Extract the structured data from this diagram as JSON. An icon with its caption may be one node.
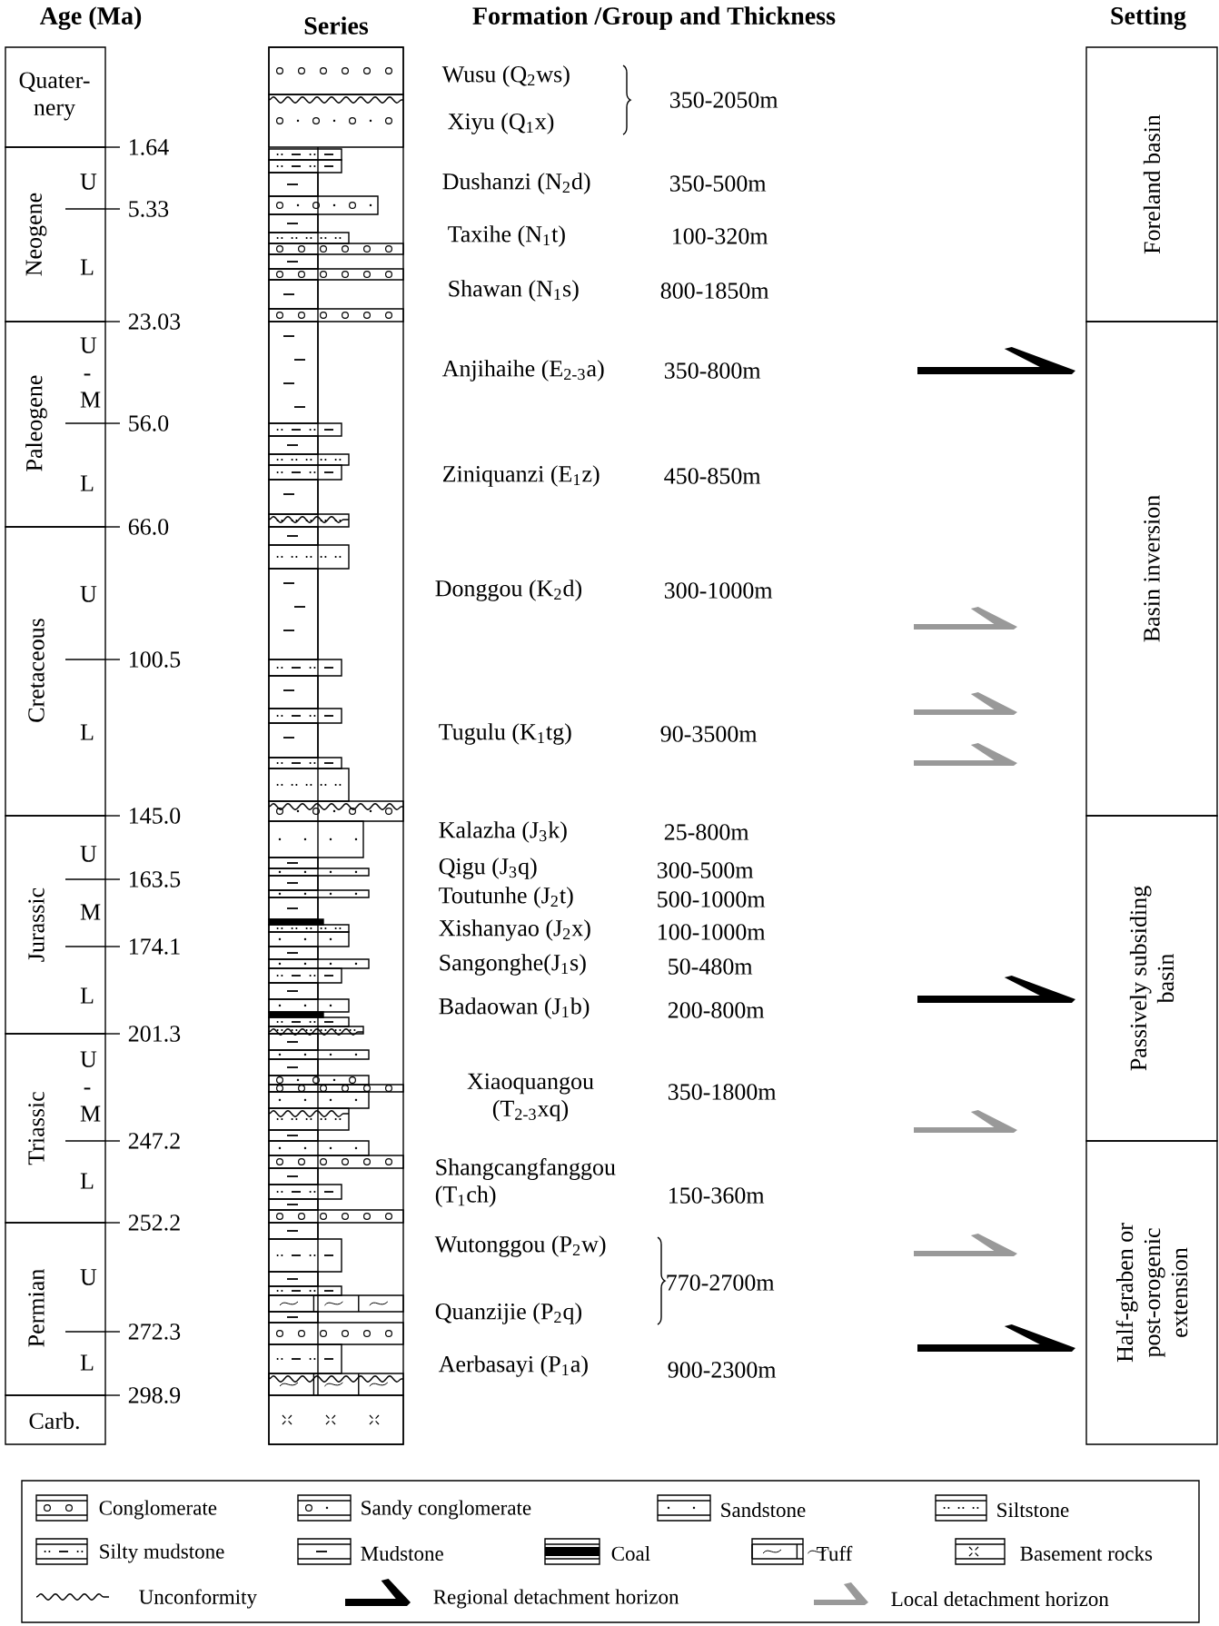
{
  "diagram": {
    "nodes": [
      {
        "text": [
          "Quater- nery"
        ],
        "beside": [
          "1.64"
        ]
      },
      {
        "text": [
          "Neogene",
          "U",
          "L"
        ],
        "beside": [
          "5.33",
          "23.03"
        ]
      },
      {
        "text": [
          "Paleogene",
          "U - M",
          "L"
        ],
        "beside": [
          "56.0",
          "66.0"
        ]
      },
      {
        "text": [
          "Cretaceous",
          "U",
          "L"
        ],
        "beside": [
          "100.5",
          "145.0"
        ]
      },
      {
        "text": [
          "Jurassic",
          "U",
          "M",
          "L"
        ],
        "beside": [
          "163.5",
          "174.1",
          "201.3"
        ]
      },
      {
        "text": [
          "Triassic",
          "U - M",
          "L"
        ],
        "beside": [
          "247.2",
          "252.2"
        ]
      },
      {
        "text": [
          "Permian",
          "U",
          "L"
        ],
        "beside": [
          "272.3",
          "298.9"
        ]
      },
      {
        "text": [
          "Carb."
        ]
      },
      {
        "text": [
          "Foreland basin"
        ]
      },
      {
        "text": [
          "Basin inversion"
        ]
      },
      {
        "text": [
          "Passively subsiding basin"
        ]
      },
      {
        "text": [
          "Half-graben or post-orogenic extension"
        ]
      },
      {
        "text": [],
        "shape": "half-arrow"
      },
      {
        "text": [],
        "shape": "half-arrow"
      },
      {
        "text": [],
        "shape": "half-arrow"
      },
      {
        "text": [],
        "shape": "half-arrow"
      },
      {
        "text": [],
        "shape": "half-arrow"
      },
      {
        "text": [],
        "shape": "half-arrow"
      },
      {
        "text": [],
        "shape": "half-arrow"
      },
      {
        "text": [],
        "shape": "half-arrow"
      }
    ],
    "labels": [
      "Age (Ma)",
      "Series",
      "Formation /Group and Thickness",
      "Setting",
      "Wusu (Q$_{2}$ws)",
      "350-2050m",
      "Xiyu (Q$_{1}$x)",
      "Dushanzi (N$_{2}$d)",
      "350-500m",
      "Taxihe (N$_{1}$t)",
      "100-320m",
      "Shawan (N$_{1}$s)",
      "800-1850m",
      "Anjihaihe (E$_{2-3}$a)",
      "350-800m",
      "Ziniquanzi (E$_{1}$z)",
      "450-850m",
      "Donggou (K$_{2}$d)",
      "300-1000m",
      "Tugulu (K$_{1}$tg)",
      "90-3500m",
      "Kalazha (J$_{3}$k)",
      "25-800m",
      "Qigu (J$_{3}$q)",
      "300-500m",
      "Toutunhe (J$_{2}$t)",
      "500-1000m",
      "Xishanyao (J$_{2}$x)",
      "100-1000m",
      "Sangonghe(J$_{1}$s)",
      "50-480m",
      "Badaowan (J$_{1}$b)",
      "200-800m",
      "Xiaoquangou (T$_{2-3}$xq)",
      "350-1800m",
      "Shangcangfanggou (T$_{1}$ch)",
      "150-360m",
      "Wutonggou (P$_{2}$w)",
      "770-2700m",
      "Quanzijie (P$_{2}$q)",
      "Aerbasayi (P$_{1}$a)",
      "900-2300m"
    ],
    "legend": [
      {
        "text": "Conglomerate"
      },
      {
        "text": "Sandy conglomerate"
      },
      {
        "text": "Sandstone"
      },
      {
        "text": "Siltstone"
      },
      {
        "text": "Silty mudstone"
      },
      {
        "text": "Mudstone"
      },
      {
        "text": "Coal"
      },
      {
        "text": "Tuff"
      },
      {
        "text": "Basement rocks"
      },
      {
        "text": "Unconformity"
      },
      {
        "text": "Regional detachment horizon"
      },
      {
        "text": "Local detachment horizon"
      }
    ]
  }
}
